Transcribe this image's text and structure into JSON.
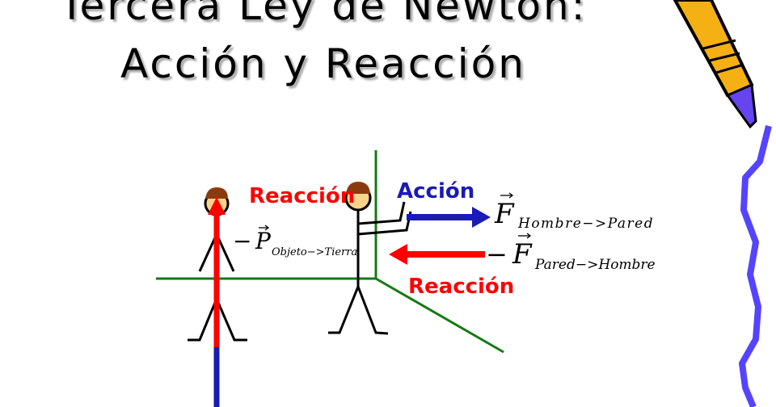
{
  "title": {
    "line1": "Tercera Ley de Newton:",
    "line2": "Acción y Reacción"
  },
  "diagram": {
    "labels": {
      "reaction_left": "Reacción",
      "action": "Acción",
      "reaction_right": "Reacción"
    },
    "formulas": {
      "weight": {
        "sign": "−",
        "symbol": "P",
        "subscript": "Objeto−>Tierra"
      },
      "action_force": {
        "sign": "",
        "symbol": "F",
        "subscript": "Hombre−>Pared"
      },
      "reaction_force": {
        "sign": "−",
        "symbol": "F",
        "subscript": "Pared−>Hombre"
      }
    },
    "colors": {
      "reaction": "#ff0000",
      "action": "#1a1ab4",
      "wall": "#137a13",
      "pencil_body": "#f5b014",
      "pencil_tip": "#6644ee",
      "scribble": "#5544ff"
    }
  }
}
